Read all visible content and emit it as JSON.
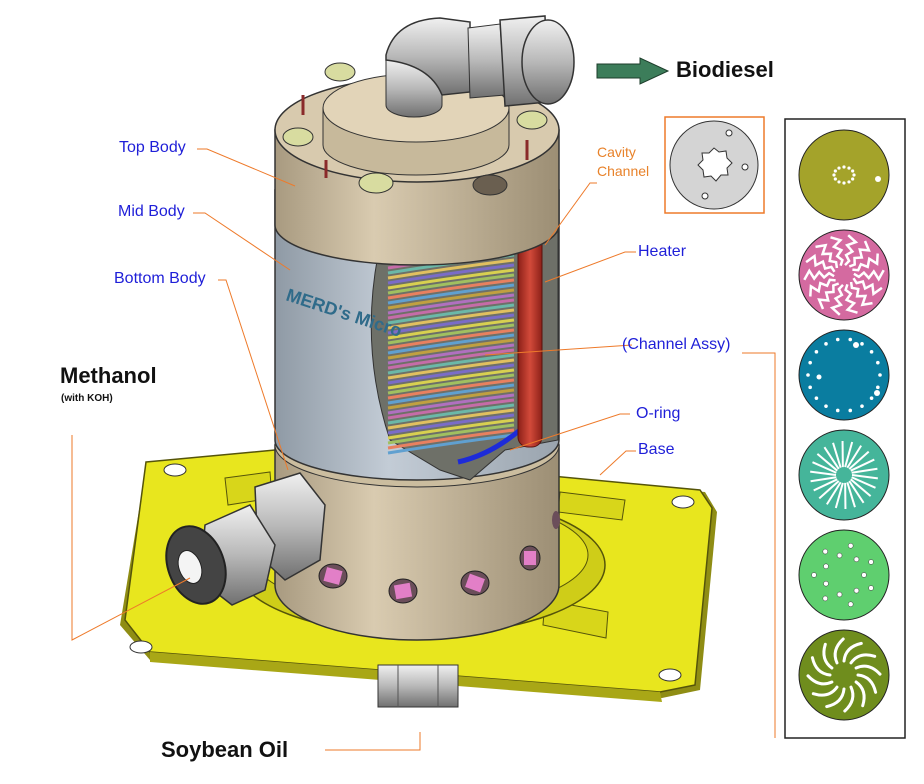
{
  "labels": {
    "top_body": "Top Body",
    "mid_body": "Mid Body",
    "bottom_body": "Bottom Body",
    "heater": "Heater",
    "channel_assy": "(Channel Assy)",
    "o_ring": "O-ring",
    "base": "Base",
    "cavity": "Cavity",
    "channel": "Channel",
    "methanol": "Methanol",
    "with_koh": "(with KOH)",
    "biodiesel": "Biodiesel",
    "soybean_oil": "Soybean Oil",
    "engraving": "MERD's Micro"
  },
  "colors": {
    "label_blue": "#1f1fd8",
    "leader_orange": "#ee7a2a",
    "base_yellow": "#e8e61e",
    "body_tan": "#c8b89a",
    "heater_red": "#b8342a",
    "plate_olive": "#a4a32a",
    "plate_pink": "#d46aa0",
    "plate_blue": "#0a7da0",
    "plate_teal": "#45b59a",
    "plate_green": "#5fcf6f",
    "plate_dark_olive": "#6f8d1d"
  },
  "channel_plates": [
    {
      "name": "plate-dot-ring",
      "color": "#a4a32a"
    },
    {
      "name": "plate-zigzag",
      "color": "#d46aa0"
    },
    {
      "name": "plate-hole-ring",
      "color": "#0a7da0"
    },
    {
      "name": "plate-spiky",
      "color": "#45b59a"
    },
    {
      "name": "plate-dot-circle",
      "color": "#5fcf6f"
    },
    {
      "name": "plate-swirl",
      "color": "#6f8d1d"
    }
  ]
}
